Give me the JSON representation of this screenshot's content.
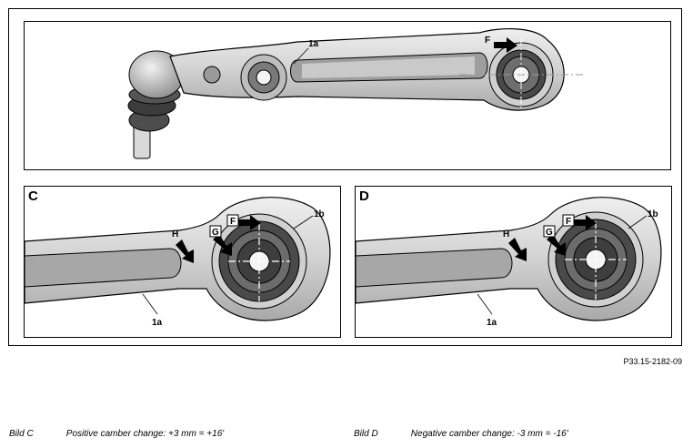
{
  "figure": {
    "code": "P33.15-2182-09",
    "top_panel": {
      "callouts": {
        "arm": "1a",
        "force": "F"
      }
    },
    "panel_c": {
      "letter": "C",
      "callouts": {
        "arm": "1a",
        "bushing": "1b",
        "force": "F",
        "g": "G",
        "h": "H"
      }
    },
    "panel_d": {
      "letter": "D",
      "callouts": {
        "arm": "1a",
        "bushing": "1b",
        "force": "F",
        "g": "G",
        "h": "H"
      }
    }
  },
  "captions": [
    {
      "label": "Bild C",
      "text": "Positive camber change: +3 mm = +16'"
    },
    {
      "label": "Bild D",
      "text": "Negative camber change: -3 mm = -16'"
    }
  ],
  "colors": {
    "part_fill": "#d9d9d9",
    "part_shadow": "#9a9a9a",
    "bushing_dark": "#555555",
    "line": "#000000"
  }
}
